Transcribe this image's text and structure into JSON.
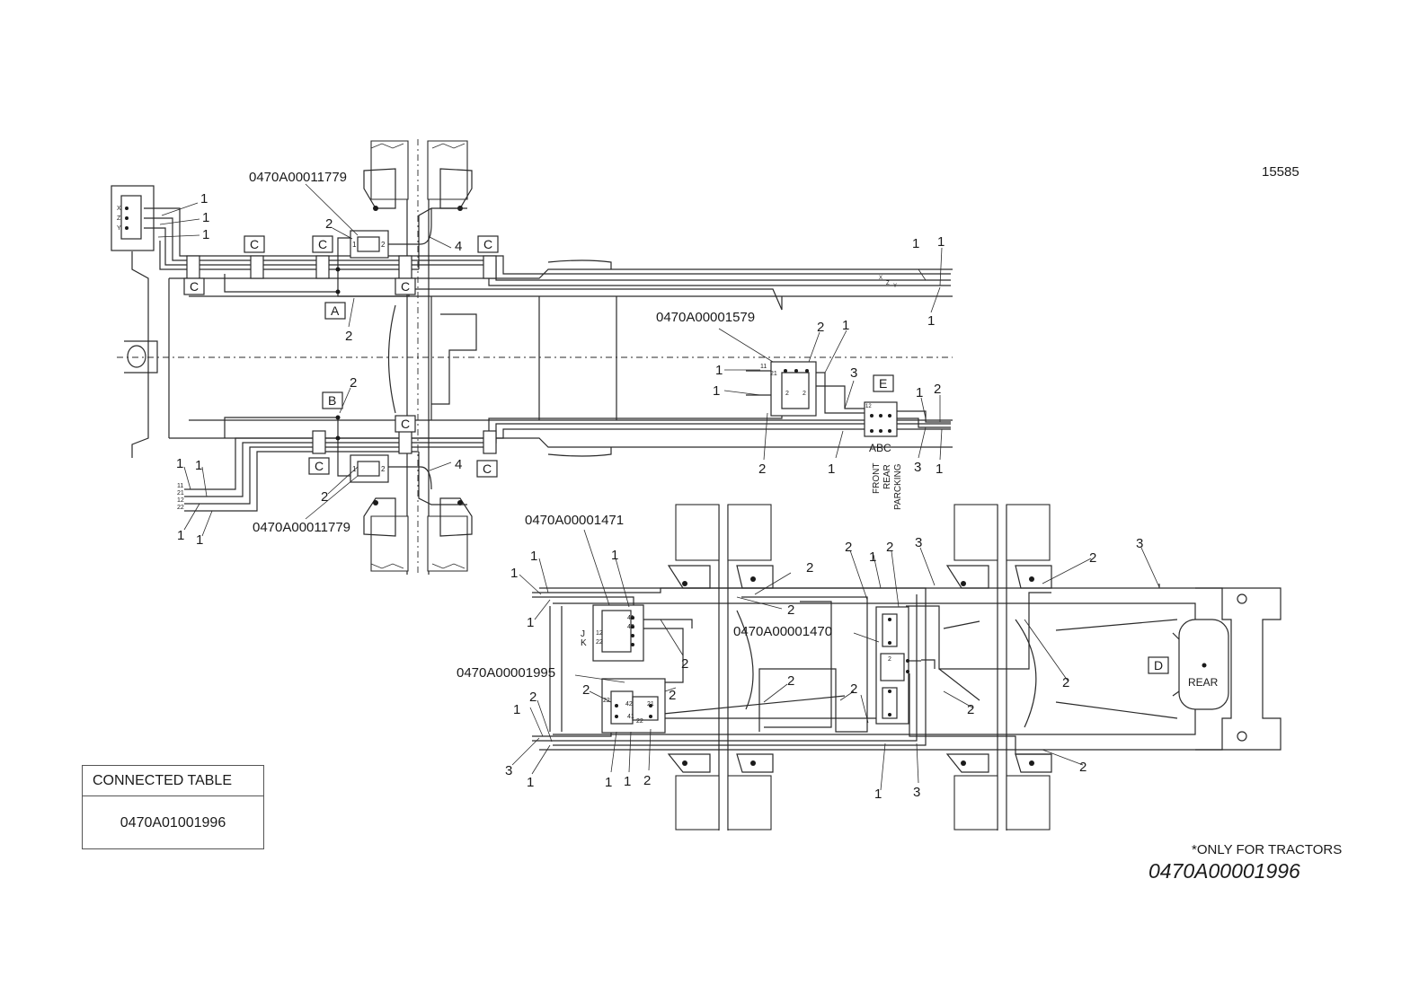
{
  "sheet_number": "15585",
  "drawing_number": "0470A00001996",
  "footnote": "*ONLY FOR TRACTORS",
  "connected_table": {
    "header": "CONNECTED TABLE",
    "value": "0470A01001996"
  },
  "components": {
    "valve_top": "0470A00011779",
    "valve_bottom": "0470A00011779",
    "valve_mid": "0470A00001579",
    "valve_rear_left": "0470A00001471",
    "valve_rear_low": "0470A00001995",
    "valve_rear_center": "0470A00001470"
  },
  "tank_label": "REAR",
  "tag_letters": {
    "a": "A",
    "b": "B",
    "c": "C",
    "d": "D",
    "e": "E"
  },
  "port_labels": {
    "x": "X",
    "y": "Y",
    "z": "Z",
    "p11": "11",
    "p12": "12",
    "p21": "21",
    "p22": "22",
    "p41": "41",
    "p42": "42",
    "p2": "2",
    "j": "J",
    "k": "K"
  },
  "abc_labels": "ABC",
  "circuit_labels": [
    "FRONT",
    "REAR",
    "PARCKING"
  ],
  "callouts": {
    "one": "1",
    "two": "2",
    "three": "3",
    "four": "4"
  }
}
